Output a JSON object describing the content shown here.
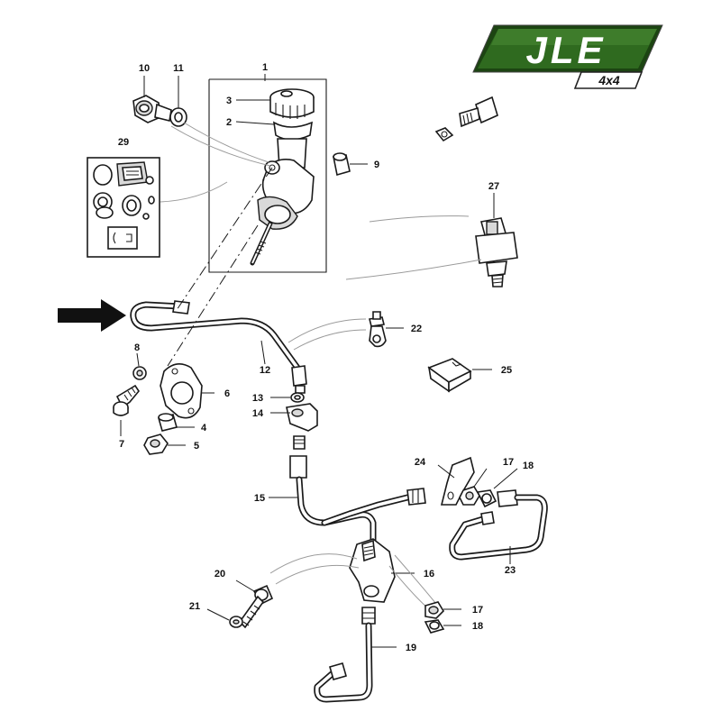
{
  "logo": {
    "brand": "JLE",
    "subtitle": "4x4",
    "colors": {
      "panel": "#2f6a1f",
      "panel_dark": "#1c4412",
      "text": "#ffffff"
    }
  },
  "callouts": {
    "c1": "1",
    "c2": "2",
    "c3": "3",
    "c4": "4",
    "c5": "5",
    "c6": "6",
    "c7": "7",
    "c8": "8",
    "c9": "9",
    "c10": "10",
    "c11": "11",
    "c12": "12",
    "c13": "13",
    "c14": "14",
    "c15": "15",
    "c16": "16",
    "c17": "17",
    "c17b": "17",
    "c18": "18",
    "c18b": "18",
    "c19": "19",
    "c20": "20",
    "c21": "21",
    "c22": "22",
    "c23": "23",
    "c24": "24",
    "c25": "25",
    "c27": "27",
    "c29": "29"
  },
  "icons": {
    "pointer": "arrow-right-icon"
  }
}
